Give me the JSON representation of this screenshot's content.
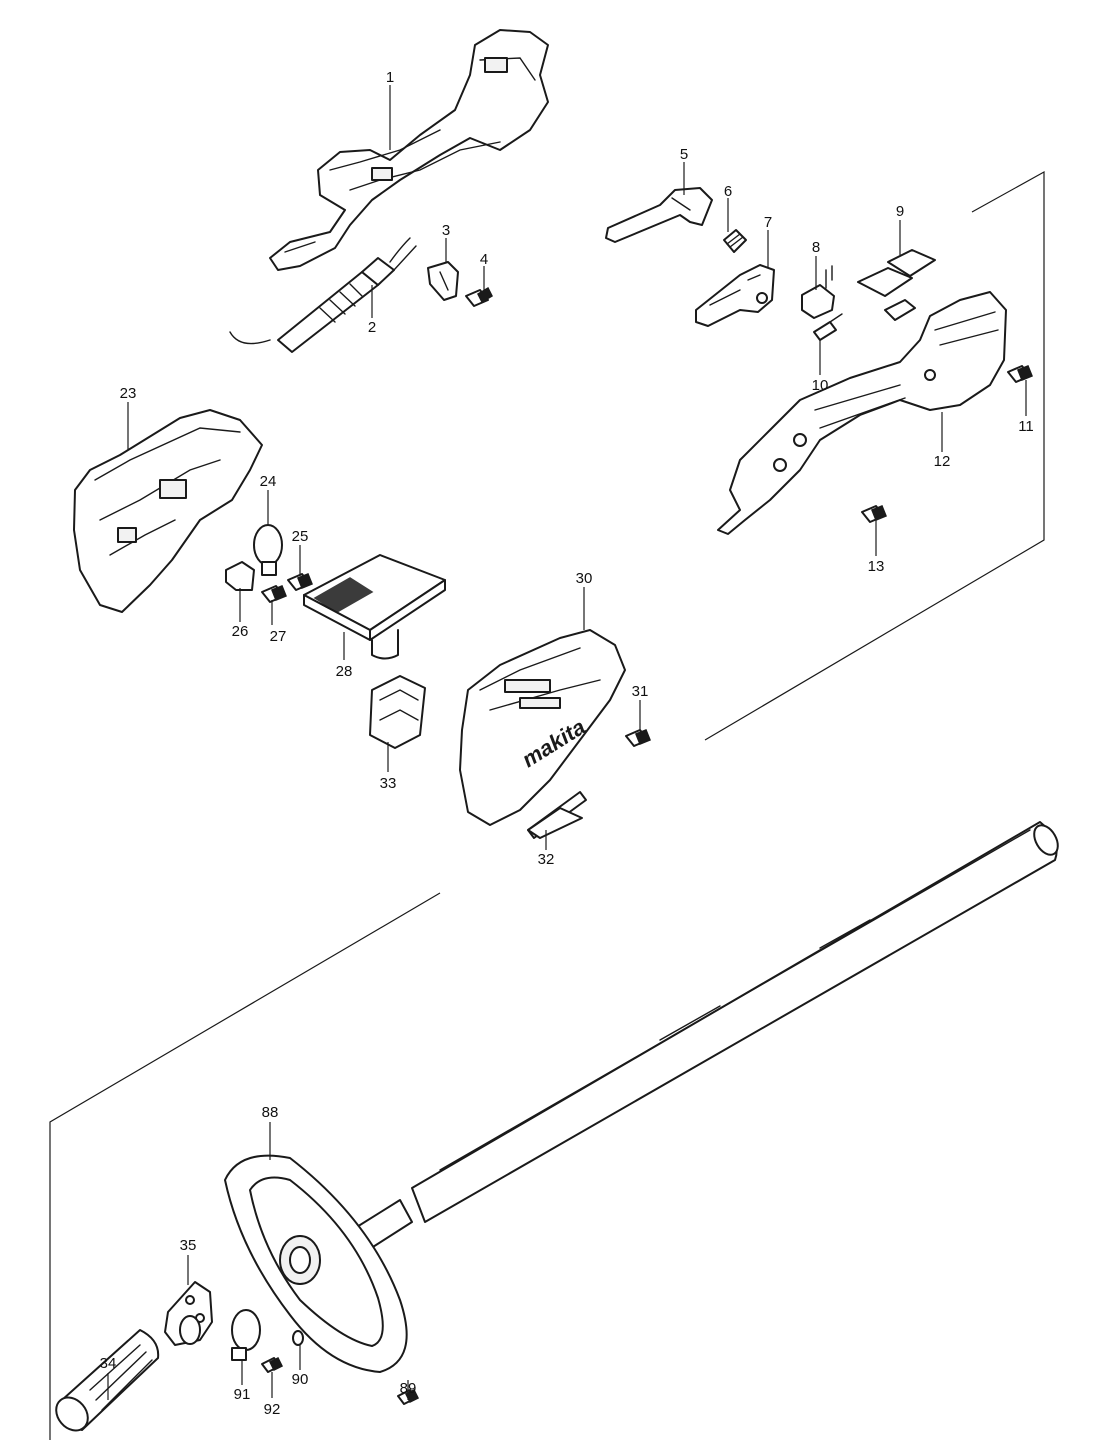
{
  "brand": {
    "logo_text": "makita"
  },
  "parts": [
    {
      "id": "p1",
      "label": "1"
    },
    {
      "id": "p2",
      "label": "2"
    },
    {
      "id": "p3",
      "label": "3"
    },
    {
      "id": "p4",
      "label": "4"
    },
    {
      "id": "p5",
      "label": "5"
    },
    {
      "id": "p6",
      "label": "6"
    },
    {
      "id": "p7",
      "label": "7"
    },
    {
      "id": "p8",
      "label": "8"
    },
    {
      "id": "p9",
      "label": "9"
    },
    {
      "id": "p10",
      "label": "10"
    },
    {
      "id": "p11",
      "label": "11"
    },
    {
      "id": "p12",
      "label": "12"
    },
    {
      "id": "p13",
      "label": "13"
    },
    {
      "id": "p23",
      "label": "23"
    },
    {
      "id": "p24",
      "label": "24"
    },
    {
      "id": "p25",
      "label": "25"
    },
    {
      "id": "p26",
      "label": "26"
    },
    {
      "id": "p27",
      "label": "27"
    },
    {
      "id": "p28",
      "label": "28"
    },
    {
      "id": "p30",
      "label": "30"
    },
    {
      "id": "p31",
      "label": "31"
    },
    {
      "id": "p32",
      "label": "32"
    },
    {
      "id": "p33",
      "label": "33"
    },
    {
      "id": "p34",
      "label": "34"
    },
    {
      "id": "p35",
      "label": "35"
    },
    {
      "id": "p88",
      "label": "88"
    },
    {
      "id": "p89",
      "label": "89"
    },
    {
      "id": "p90",
      "label": "90"
    },
    {
      "id": "p91",
      "label": "91"
    },
    {
      "id": "p92",
      "label": "92"
    }
  ]
}
